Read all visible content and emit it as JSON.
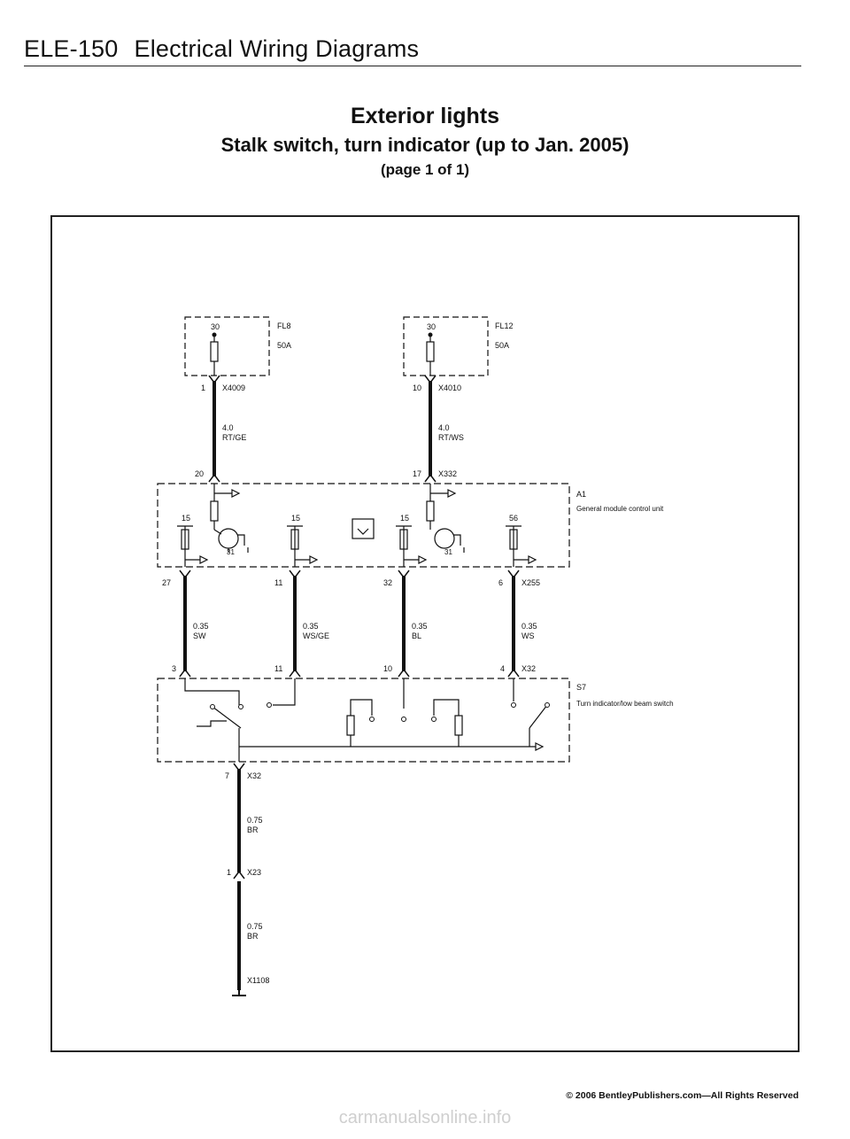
{
  "header": {
    "code": "ELE-150",
    "title": "Electrical Wiring Diagrams"
  },
  "titles": {
    "main": "Exterior lights",
    "sub": "Stalk switch, turn indicator (up to Jan. 2005)",
    "page": "(page 1 of 1)"
  },
  "fuses": {
    "fl8": {
      "terminal": "30",
      "name": "FL8",
      "rating": "50A"
    },
    "fl12": {
      "terminal": "30",
      "name": "FL12",
      "rating": "50A"
    }
  },
  "connectors": {
    "x4009": {
      "pin": "1",
      "name": "X4009"
    },
    "x4010": {
      "pin": "10",
      "name": "X4010"
    },
    "x332": {
      "pin_left": "20",
      "pin_right": "17",
      "name": "X332"
    },
    "x255": {
      "pins": [
        "27",
        "11",
        "32",
        "6"
      ],
      "name": "X255"
    },
    "x32_top": {
      "pins": [
        "3",
        "11",
        "10",
        "4"
      ],
      "name": "X32"
    },
    "x32_bottom": {
      "pin": "7",
      "name": "X32"
    },
    "x23": {
      "pin": "1",
      "name": "X23"
    },
    "x1108": {
      "name": "X1108"
    }
  },
  "wires": {
    "w1": {
      "size": "4.0",
      "color": "RT/GE"
    },
    "w2": {
      "size": "4.0",
      "color": "RT/WS"
    },
    "w3": {
      "size": "0.35",
      "color": "SW"
    },
    "w4": {
      "size": "0.35",
      "color": "WS/GE"
    },
    "w5": {
      "size": "0.35",
      "color": "BL"
    },
    "w6": {
      "size": "0.35",
      "color": "WS"
    },
    "w7": {
      "size": "0.75",
      "color": "BR"
    },
    "w8": {
      "size": "0.75",
      "color": "BR"
    }
  },
  "modules": {
    "a1": {
      "id": "A1",
      "name": "General module control unit",
      "t15a": "15",
      "t15b": "15",
      "t15c": "15",
      "t56": "56",
      "t31a": "31",
      "t31b": "31"
    },
    "s7": {
      "id": "S7",
      "name": "Turn indicator/low beam switch"
    }
  },
  "footer": {
    "copyright": "© 2006 BentleyPublishers.com—All Rights Reserved",
    "watermark": "carmanualsonline.info"
  }
}
